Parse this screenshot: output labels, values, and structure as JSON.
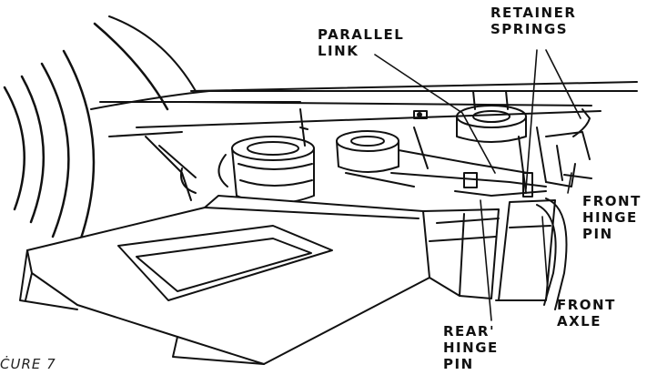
{
  "labels": {
    "parallel_link": [
      "PARALLEL",
      "LINK"
    ],
    "retainer_springs": [
      "RETAINER",
      "SPRINGS"
    ],
    "front_hinge_pin": [
      "FRONT",
      "HINGE",
      "PIN"
    ],
    "front_axle": [
      "FRONT",
      "AXLE"
    ],
    "rear_hinge_pin": [
      "REAR'",
      "HINGE",
      "PIN"
    ]
  },
  "caption": "ĊURE 7"
}
